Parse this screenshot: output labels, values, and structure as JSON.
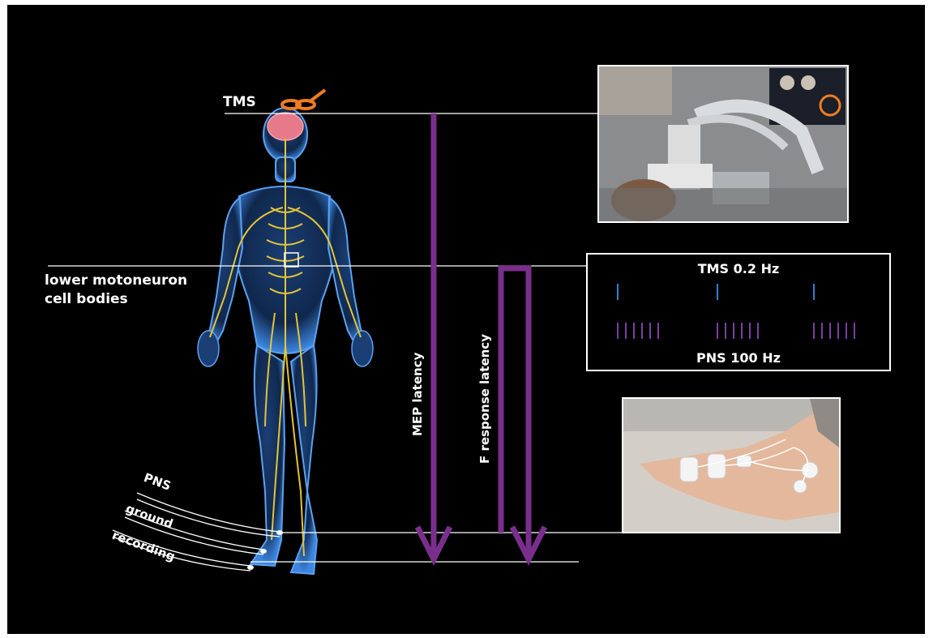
{
  "labels": {
    "tms": "TMS",
    "lower_motoneuron_line1": "lower motoneuron",
    "lower_motoneuron_line2": "cell bodies",
    "pns": "PNS",
    "ground": "ground",
    "recording": "recording",
    "mep_latency": "MEP latency",
    "f_response_latency": "F response latency"
  },
  "pulse_panel": {
    "tms_label": "TMS 0.2 Hz",
    "pns_label": "PNS 100 Hz",
    "tms_color": "#2f7fd6",
    "pns_color": "#7b3fa0"
  },
  "colors": {
    "background": "#000000",
    "arrow": "#7a2e8c",
    "coil": "#f07c1f",
    "brain": "#e77a8a",
    "nerves": "#e2c43a",
    "body": "#3d7fd3"
  }
}
